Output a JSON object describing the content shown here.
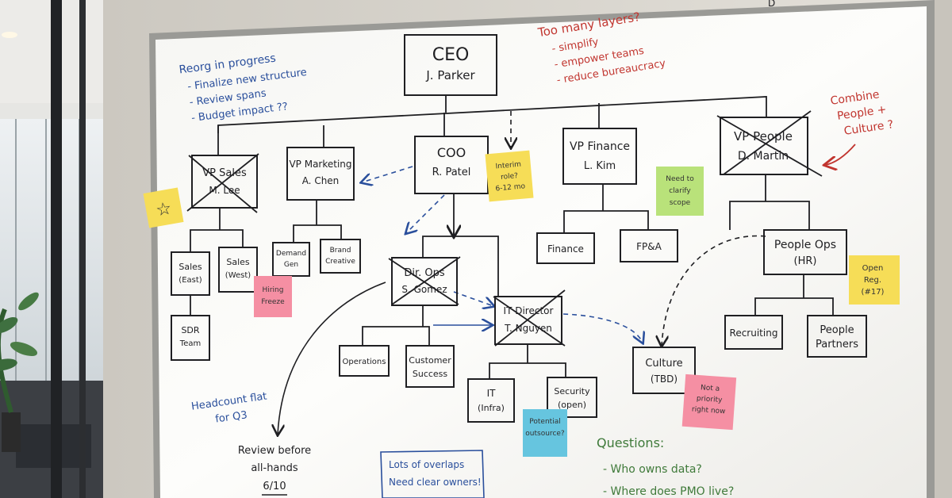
{
  "board": {
    "top_right_partial": "D",
    "reorg": {
      "title": "Reorg in progress",
      "items": [
        "- Finalize new structure",
        "- Review spans",
        "- Budget impact ??"
      ]
    },
    "layers": {
      "title": "Too many layers?",
      "items": [
        "- simplify",
        "- empower teams",
        "- reduce bureaucracy"
      ]
    },
    "combine_note": [
      "Combine",
      "People +",
      "Culture ?"
    ],
    "headcount_note": [
      "Headcount flat",
      "for Q3"
    ],
    "review_note": [
      "Review before",
      "all-hands",
      "6/10"
    ],
    "overlap_note": [
      "Lots of overlaps",
      "Need clear owners!"
    ],
    "questions": {
      "title": "Questions:",
      "items": [
        "- Who owns data?",
        "- Where does PMO live?"
      ]
    }
  },
  "org": {
    "ceo": [
      "CEO",
      "J. Parker"
    ],
    "vp_sales": [
      "VP Sales",
      "M. Lee"
    ],
    "vp_marketing": [
      "VP Marketing",
      "A. Chen"
    ],
    "coo": [
      "COO",
      "R. Patel"
    ],
    "vp_finance": [
      "VP Finance",
      "L. Kim"
    ],
    "vp_people": [
      "VP People",
      "D. Martin"
    ],
    "sales_east": [
      "Sales",
      "(East)"
    ],
    "sales_west": [
      "Sales",
      "(West)"
    ],
    "sdr_team": [
      "SDR",
      "Team"
    ],
    "demand_gen": [
      "Demand",
      "Gen"
    ],
    "brand_creative": [
      "Brand",
      "Creative"
    ],
    "dir_ops": [
      "Dir. Ops",
      "S. Gomez"
    ],
    "it_director": [
      "IT Director",
      "T. Nguyen"
    ],
    "operations": [
      "Operations"
    ],
    "customer_success": [
      "Customer",
      "Success"
    ],
    "it_infra": [
      "IT",
      "(Infra)"
    ],
    "security": [
      "Security",
      "(open)"
    ],
    "finance": [
      "Finance"
    ],
    "fpa": [
      "FP&A"
    ],
    "people_ops": [
      "People Ops",
      "(HR)"
    ],
    "recruiting": [
      "Recruiting"
    ],
    "people_partners": [
      "People",
      "Partners"
    ],
    "culture": [
      "Culture",
      "(TBD)"
    ]
  },
  "notes": {
    "star": "☆",
    "interim": [
      "Interim",
      "role?",
      "6-12 mo"
    ],
    "clarify": [
      "Need to",
      "clarify",
      "scope"
    ],
    "hiring": [
      "Hiring",
      "Freeze"
    ],
    "open_req": [
      "Open",
      "Reg.",
      "(#17)"
    ],
    "not_priority": [
      "Not a",
      "priority",
      "right now"
    ],
    "outsource": [
      "Potential",
      "outsource?"
    ]
  },
  "colors": {
    "yellow": "#f6dd57",
    "green": "#b9e27a",
    "pink": "#f58fa3",
    "blue": "#66c5df",
    "marker_black": "#1f1f22",
    "marker_blue": "#2a4f9c",
    "marker_red": "#c1352f",
    "marker_green": "#3f7a3a"
  }
}
